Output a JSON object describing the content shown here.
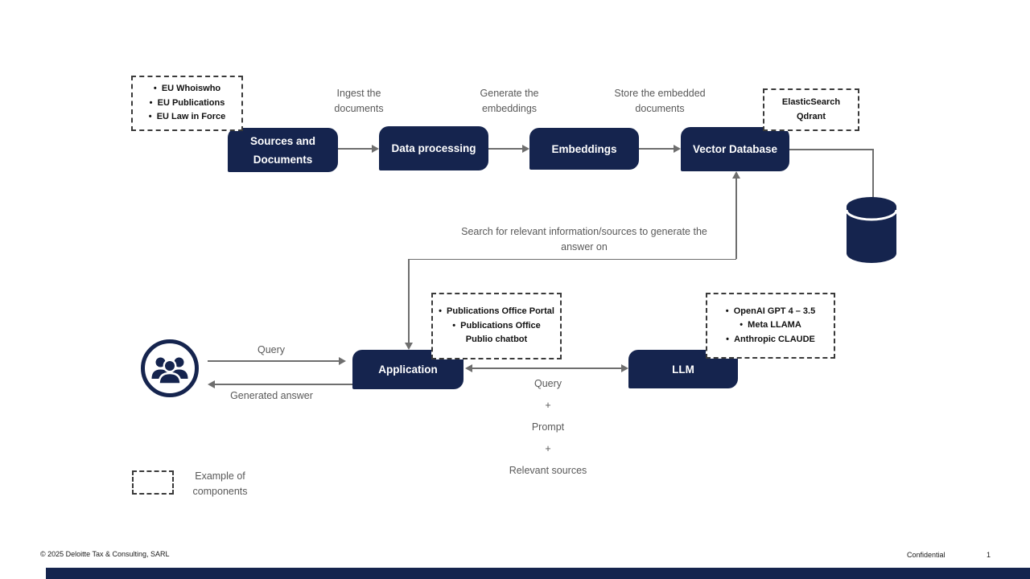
{
  "pipeline": {
    "source_examples": [
      "EU Whoiswho",
      "EU Publications",
      "EU Law in Force"
    ],
    "boxes": {
      "sources": "Sources and Documents",
      "data_processing": "Data processing",
      "embeddings": "Embeddings",
      "vector_database": "Vector Database"
    },
    "step_labels": {
      "ingest": "Ingest the documents",
      "generate": "Generate the embeddings",
      "store": "Store the embedded documents"
    },
    "vector_db_examples": [
      "ElasticSearch",
      "Qdrant"
    ]
  },
  "retrieval": {
    "search_label": "Search for relevant information/sources to generate the answer on"
  },
  "interaction": {
    "application": "Application",
    "llm": "LLM",
    "user_to_app": "Query",
    "app_to_user": "Generated answer",
    "app_examples": [
      "Publications Office Portal",
      "Publications Office Publio chatbot"
    ],
    "llm_examples": [
      "OpenAI GPT 4 – 3.5",
      "Meta LLAMA",
      "Anthropic CLAUDE"
    ],
    "app_llm_payload": [
      "Query",
      "+",
      "Prompt",
      "+",
      "Relevant sources"
    ]
  },
  "legend": {
    "label": "Example of components"
  },
  "footer": {
    "copyright": "© 2025 Deloitte Tax & Consulting, SARL",
    "classification": "Confidential",
    "page_number": "1"
  },
  "colors": {
    "navy": "#15244E",
    "gray_text": "#595959",
    "line": "#6e6e6e",
    "dashed_border": "#3a3a3a"
  }
}
